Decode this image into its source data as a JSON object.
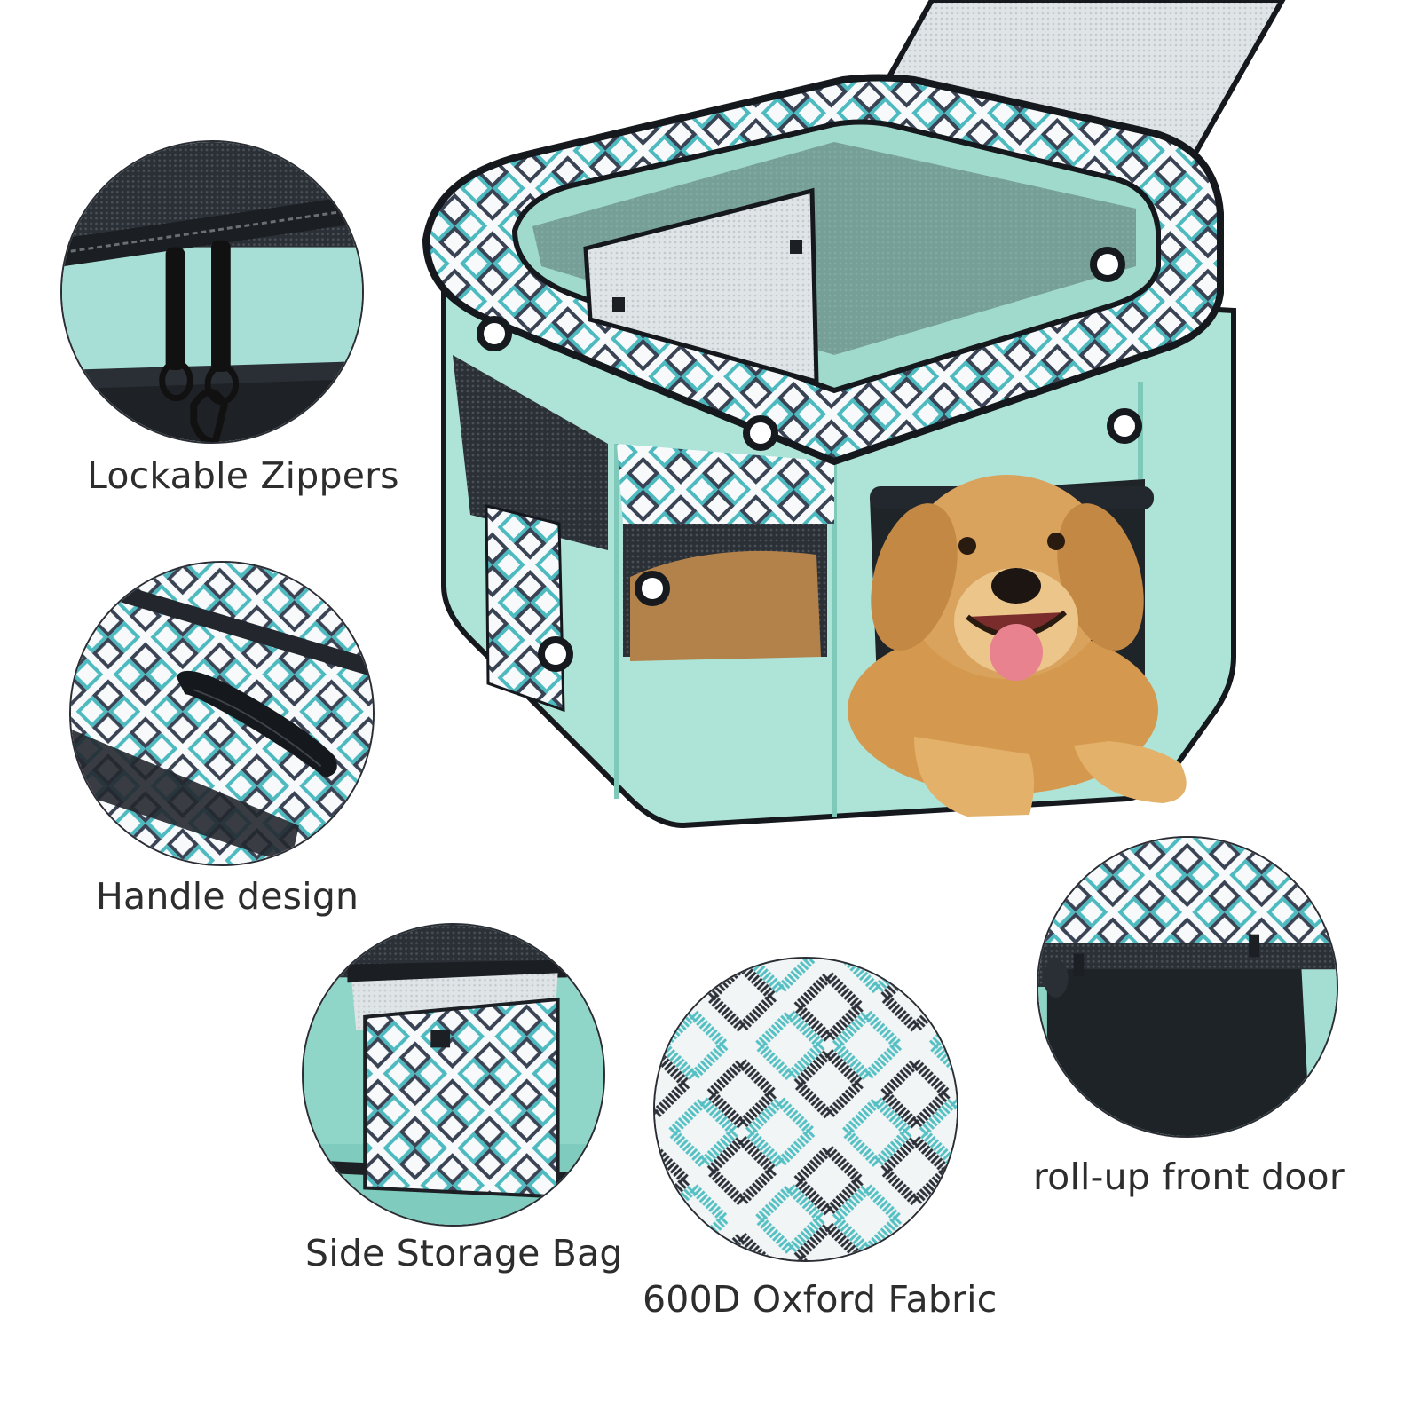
{
  "features": {
    "lockable_zippers": {
      "label": "Lockable Zippers",
      "icon": "zipper-icon"
    },
    "handle_design": {
      "label": "Handle design",
      "icon": "handle-icon"
    },
    "side_storage_bag": {
      "label": "Side Storage Bag",
      "icon": "storage-bag-icon"
    },
    "oxford_fabric": {
      "label": "600D Oxford Fabric",
      "icon": "fabric-icon"
    },
    "front_door": {
      "label": "roll-up front door",
      "icon": "door-icon"
    }
  },
  "colors": {
    "mint": "#a9e0d6",
    "mint_dark": "#7fcdbf",
    "teal": "#3fb1b4",
    "navy": "#2f3a4a",
    "trim": "#16191e",
    "dog_fur": "#d9a35e"
  }
}
